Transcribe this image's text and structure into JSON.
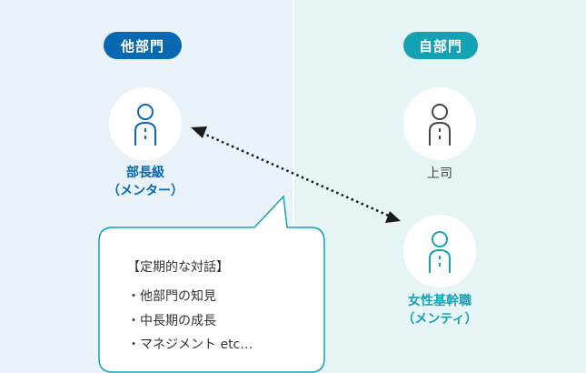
{
  "left_department": {
    "badge": "他部門",
    "role_line1": "部長級",
    "role_line2": "（メンター）"
  },
  "right_department": {
    "badge": "自部門",
    "boss_label": "上司",
    "role_line1": "女性基幹職",
    "role_line2": "（メンティ）"
  },
  "dialogue": {
    "title": "【定期的な対話】",
    "items": [
      "・他部門の知見",
      "・中長期の成長",
      "・マネジメント etc…"
    ]
  },
  "colors": {
    "blue": "#0868b1",
    "teal": "#16a2b5",
    "dark": "#444444"
  }
}
